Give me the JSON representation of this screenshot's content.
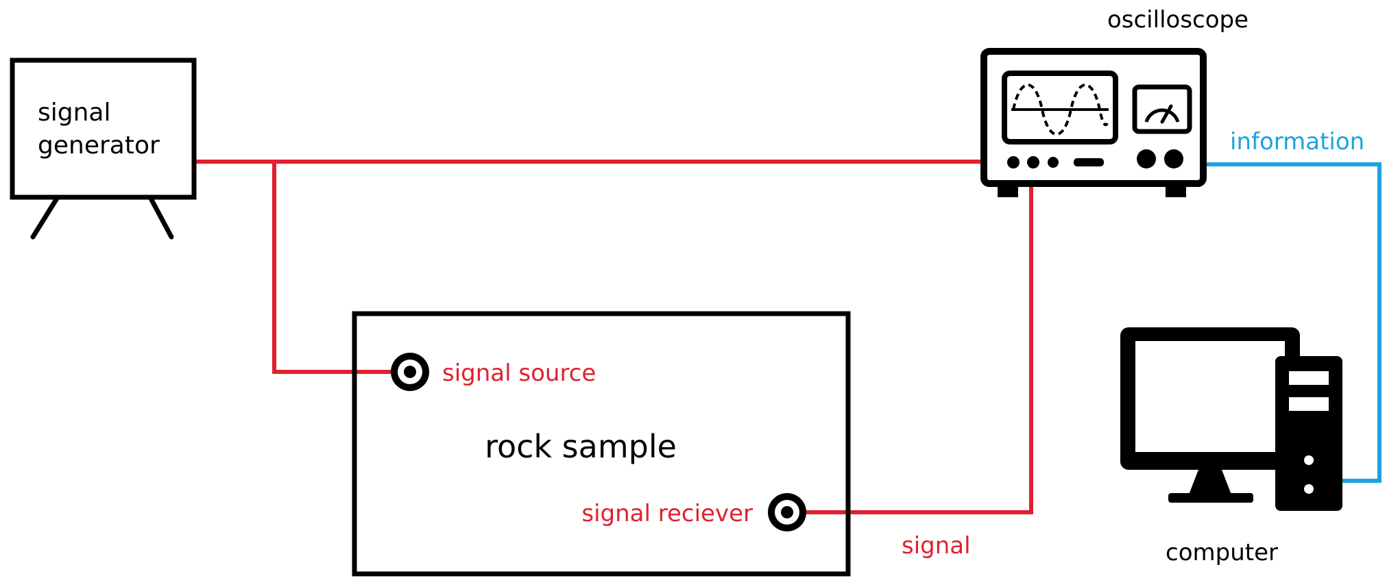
{
  "labels": {
    "signal_generator_line1": "signal",
    "signal_generator_line2": "generator",
    "oscilloscope": "oscilloscope",
    "information": "information",
    "signal_source": "signal source",
    "rock_sample": "rock sample",
    "signal_receiver": "signal reciever",
    "signal": "signal",
    "computer": "computer"
  },
  "colors": {
    "signal_wire": "#e0202e",
    "information_wire": "#1aa3e0",
    "outline": "#000000"
  },
  "icons": {
    "signal_generator": "easel-board-icon",
    "oscilloscope": "oscilloscope-icon",
    "computer": "desktop-computer-icon",
    "transducer": "target-ring-icon"
  }
}
